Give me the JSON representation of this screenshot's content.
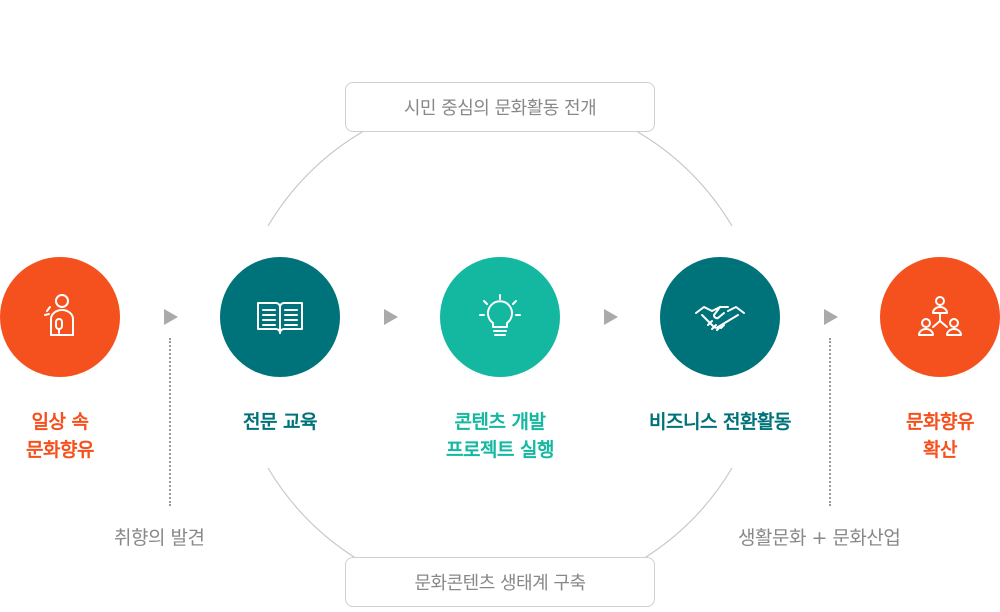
{
  "top_banner": "시민 중심의 문화활동 전개",
  "bottom_banner": "문화콘텐츠 생태계 구축",
  "steps": [
    {
      "icon": "person-microphone-icon",
      "lines": [
        "일상 속",
        "문화향유"
      ],
      "color": "#f4511e"
    },
    {
      "icon": "open-book-icon",
      "lines": [
        "전문 교육"
      ],
      "color": "#00737a"
    },
    {
      "icon": "light-bulb-icon",
      "lines": [
        "콘텐츠 개발",
        "프로젝트 실행"
      ],
      "color": "#14b8a0"
    },
    {
      "icon": "handshake-icon",
      "lines": [
        "비즈니스 전환활동"
      ],
      "color": "#00737a"
    },
    {
      "icon": "people-network-icon",
      "lines": [
        "문화향유",
        "확산"
      ],
      "color": "#f4511e"
    }
  ],
  "captions": {
    "left": "취향의 발견",
    "right": "생활문화 + 문화산업"
  }
}
